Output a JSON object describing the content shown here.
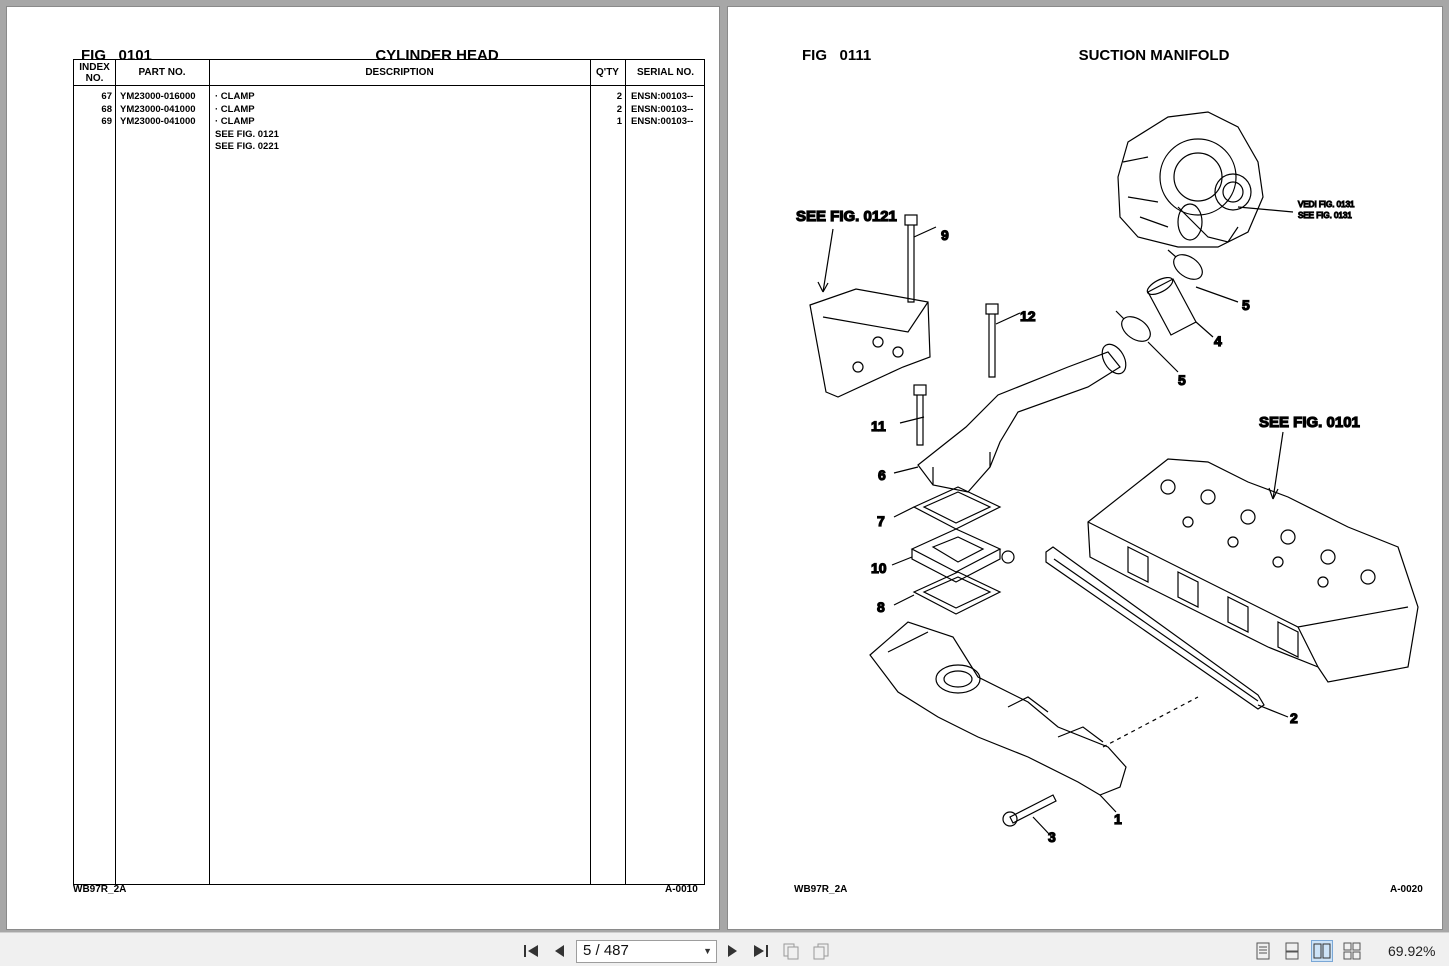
{
  "left_page": {
    "fig_label": "FIG",
    "fig_number": "0101",
    "title": "CYLINDER HEAD",
    "columns": {
      "index": "INDEX NO.",
      "part_no": "PART NO.",
      "description": "DESCRIPTION",
      "qty": "Q'TY",
      "serial": "SERIAL NO."
    },
    "rows": [
      {
        "index": "67",
        "part_no": "YM23000-016000",
        "description": "·  CLAMP",
        "qty": "2",
        "serial": "ENSN:00103--"
      },
      {
        "index": "68",
        "part_no": "YM23000-041000",
        "description": "·  CLAMP",
        "qty": "2",
        "serial": "ENSN:00103--"
      },
      {
        "index": "69",
        "part_no": "YM23000-041000",
        "description": "·  CLAMP",
        "qty": "1",
        "serial": "ENSN:00103--"
      },
      {
        "index": "",
        "part_no": "",
        "description": "SEE FIG. 0121",
        "qty": "",
        "serial": ""
      },
      {
        "index": "",
        "part_no": "",
        "description": "SEE FIG. 0221",
        "qty": "",
        "serial": ""
      }
    ],
    "footer_left": "WB97R_2A",
    "footer_right": "A-0010"
  },
  "right_page": {
    "fig_label": "FIG",
    "fig_number": "0111",
    "title": "SUCTION MANIFOLD",
    "refs": {
      "see_0121": "SEE FIG. 0121",
      "see_0101": "SEE FIG. 0101",
      "vedi_0131": "VEDI FIG. 0131",
      "see_0131": "SEE FIG. 0131"
    },
    "callouts": [
      "1",
      "2",
      "3",
      "4",
      "5",
      "5",
      "6",
      "7",
      "8",
      "9",
      "10",
      "11",
      "12"
    ],
    "footer_left": "WB97R_2A",
    "footer_right": "A-0020"
  },
  "toolbar": {
    "page_indicator": "5 / 487",
    "zoom": "69.92%",
    "icons": [
      "first-page-icon",
      "prev-page-icon",
      "next-page-icon",
      "last-page-icon",
      "back-view-icon",
      "forward-view-icon",
      "single-page-icon",
      "continuous-icon",
      "two-page-icon",
      "scroll-two-page-icon"
    ]
  }
}
